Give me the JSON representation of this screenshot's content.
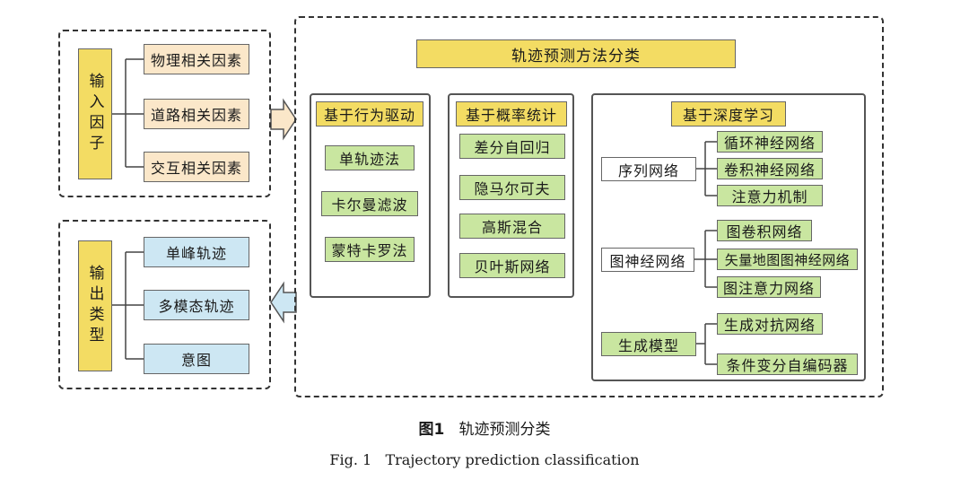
{
  "input_factors": {
    "label": "输入因子",
    "items": [
      "物理相关因素",
      "道路相关因素",
      "交互相关因素"
    ]
  },
  "output_types": {
    "label": "输出类型",
    "items": [
      "单峰轨迹",
      "多模态轨迹",
      "意图"
    ]
  },
  "main_title": "轨迹预测方法分类",
  "behavior": {
    "header": "基于行为驱动",
    "items": [
      "单轨迹法",
      "卡尔曼滤波",
      "蒙特卡罗法"
    ]
  },
  "probability": {
    "header": "基于概率统计",
    "items": [
      "差分自回归",
      "隐马尔可夫",
      "高斯混合",
      "贝叶斯网络"
    ]
  },
  "deep_learning": {
    "header": "基于深度学习",
    "groups": [
      {
        "name": "序列网络",
        "items": [
          "循环神经网络",
          "卷积神经网络",
          "注意力机制"
        ]
      },
      {
        "name": "图神经网络",
        "items": [
          "图卷积网络",
          "矢量地图图神经网络",
          "图注意力网络"
        ]
      },
      {
        "name": "生成模型",
        "items": [
          "生成对抗网络",
          "条件变分自编码器"
        ]
      }
    ]
  },
  "caption": {
    "cn_label": "图1",
    "cn_text": "轨迹预测分类",
    "en_label": "Fig. 1",
    "en_text": "Trajectory prediction classification"
  }
}
